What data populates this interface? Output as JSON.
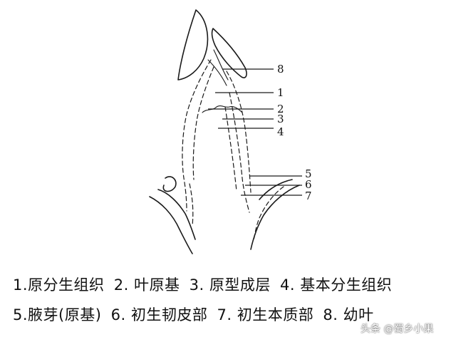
{
  "diagram": {
    "numbers": [
      "8",
      "1",
      "2",
      "3",
      "4",
      "5",
      "6",
      "7"
    ]
  },
  "legend": {
    "line1": [
      "1.原分生组织",
      "2. 叶原基",
      "3. 原型成层",
      "4. 基本分生组织"
    ],
    "line2": [
      "5.腋芽(原基)",
      "6. 初生韧皮部",
      "7. 初生本质部",
      "8. 幼叶"
    ]
  },
  "watermark": "头条 @蜀乡小果"
}
